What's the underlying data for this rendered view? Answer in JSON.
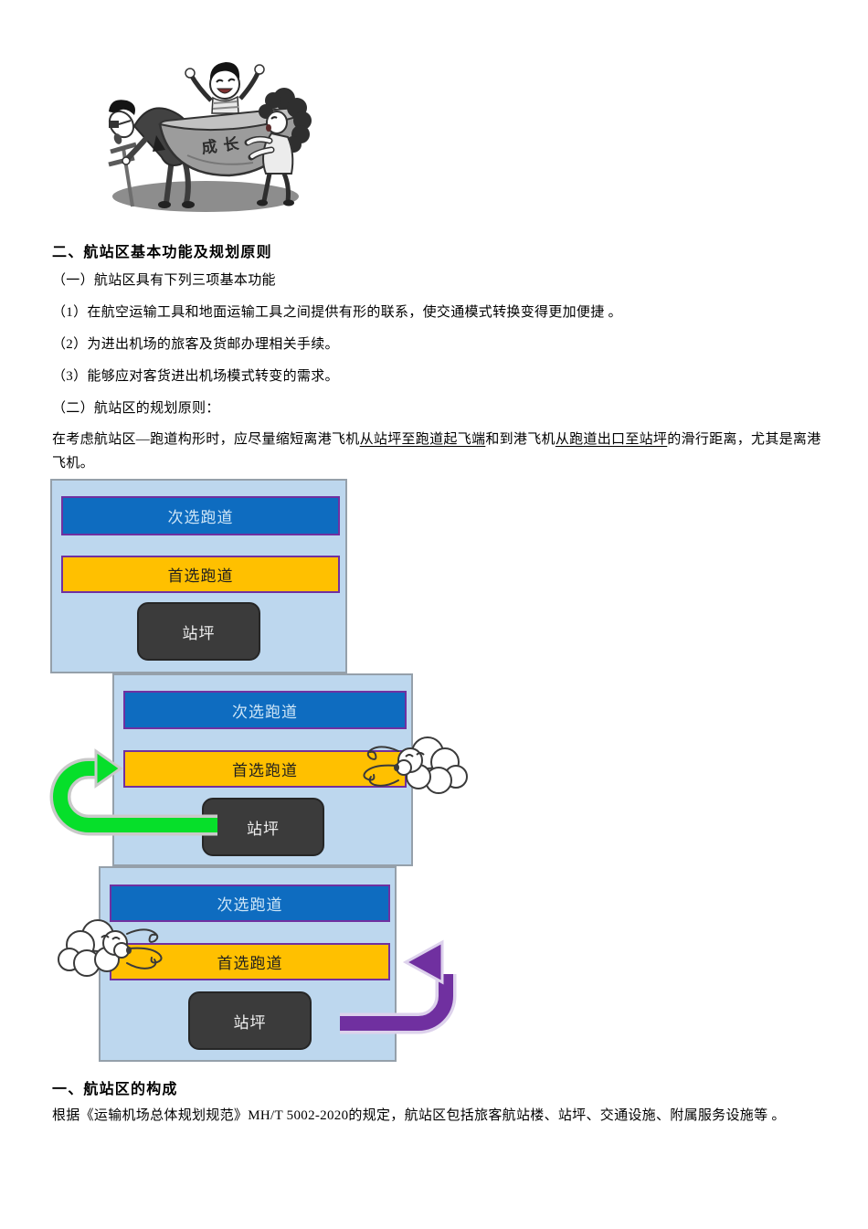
{
  "page": {
    "background": "#ffffff"
  },
  "cartoon": {
    "bowl_label": "成长"
  },
  "doc": {
    "heading_functions": "二、航站区基本功能及规划原则",
    "lines": [
      "（一）航站区具有下列三项基本功能",
      "（1）在航空运输工具和地面运输工具之间提供有形的联系，使交通模式转换变得更加便捷 。",
      "（2）为进出机场的旅客及货邮办理相关手续。",
      "（3）能够应对客货进出机场模式转变的需求。",
      "（二）航站区的规划原则："
    ],
    "planning": {
      "segments": [
        {
          "text": "在考虑航站区—跑道构形时，应尽量缩短离港飞机",
          "underline": false
        },
        {
          "text": "从站坪至跑道起飞端",
          "underline": true
        },
        {
          "text": "和到港飞机",
          "underline": false
        },
        {
          "text": "从跑道出口至站坪",
          "underline": true
        },
        {
          "text": "的滑行距离，尤其是离港飞机。",
          "underline": false
        }
      ]
    },
    "heading_composition": "一、航站区的构成",
    "composition_text": "根据《运输机场总体规划规范》MH/T 5002-2020的规定，航站区包括旅客航站楼、站坪、交通设施、附属服务设施等 。"
  },
  "diagrams": [
    {
      "secondary": "次选跑道",
      "preferred": "首选跑道",
      "apron": "站坪",
      "wind": "none",
      "arrow": "none"
    },
    {
      "secondary": "次选跑道",
      "preferred": "首选跑道",
      "apron": "站坪",
      "wind": "right-edge",
      "arrow": "green-uturn-apron-to-preferred"
    },
    {
      "secondary": "次选跑道",
      "preferred": "首选跑道",
      "apron": "站坪",
      "wind": "left-edge",
      "arrow": "purple-uturn-apron-to-preferred"
    }
  ],
  "colors": {
    "panel_bg": "#BDD7EE",
    "panel_border": "#95A0AA",
    "secondary_runway": "#0E6CC0",
    "preferred_runway": "#FFC000",
    "runway_border": "#7030A0",
    "apron": "#3B3B3B",
    "arrow_green": "#06DF2A",
    "arrow_purple": "#7030A0"
  }
}
